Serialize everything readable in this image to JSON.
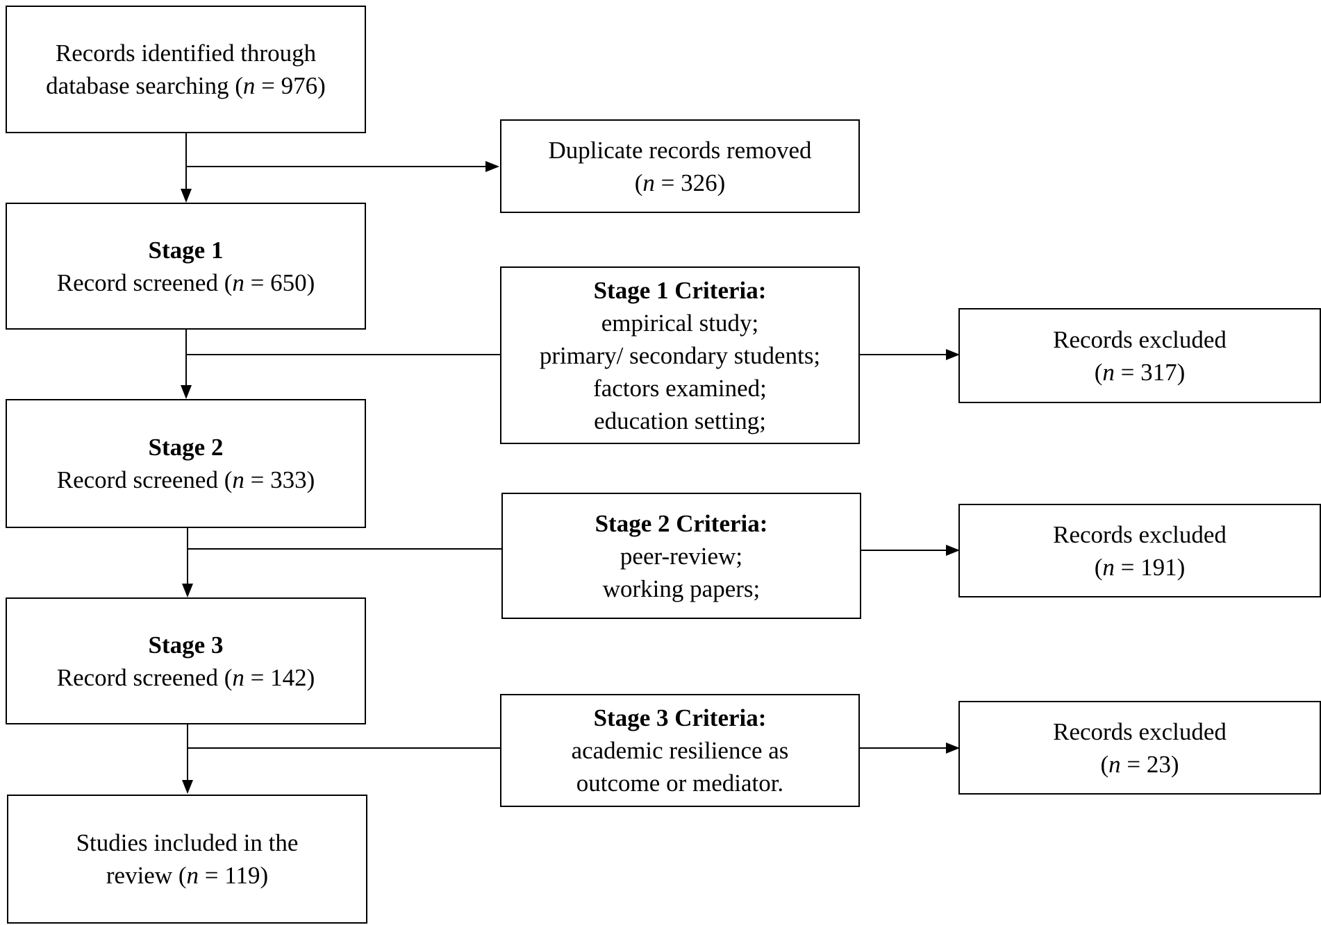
{
  "records_identified": {
    "line1": "Records identified  through",
    "line2_text": "database searching  (",
    "n_var": "n",
    "n_value": " = 976)"
  },
  "duplicates": {
    "line1": "Duplicate  records removed",
    "open": "(",
    "n_var": "n",
    "n_value": " = 326)"
  },
  "stage1": {
    "title": "Stage 1",
    "line2_text": "Record screened (",
    "n_var": "n",
    "n_value": " = 650)"
  },
  "stage1_criteria": {
    "title": "Stage 1 Criteria:",
    "items": [
      "empirical  study;",
      "primary/  secondary students;",
      "factors examined;",
      "education  setting;"
    ]
  },
  "stage1_excluded": {
    "line1": "Records excluded",
    "open": "(",
    "n_var": "n",
    "n_value": " = 317)"
  },
  "stage2": {
    "title": "Stage 2",
    "line2_text": "Record screened (",
    "n_var": "n",
    "n_value": " = 333)"
  },
  "stage2_criteria": {
    "title": "Stage 2 Criteria:",
    "items": [
      "peer-review;",
      "working  papers;"
    ]
  },
  "stage2_excluded": {
    "line1": "Records excluded",
    "open": "(",
    "n_var": "n",
    "n_value": " = 191)"
  },
  "stage3": {
    "title": "Stage 3",
    "line2_text": "Record screened (",
    "n_var": "n",
    "n_value": " = 142)"
  },
  "stage3_criteria": {
    "title": "Stage 3 Criteria:",
    "items": [
      "academic  resilience  as",
      "outcome  or mediator."
    ]
  },
  "stage3_excluded": {
    "line1": "Records excluded",
    "open": "(",
    "n_var": "n",
    "n_value": " = 23)"
  },
  "included": {
    "line1": "Studies included  in the",
    "line2_text": "review  (",
    "n_var": "n",
    "n_value": " = 119)"
  }
}
